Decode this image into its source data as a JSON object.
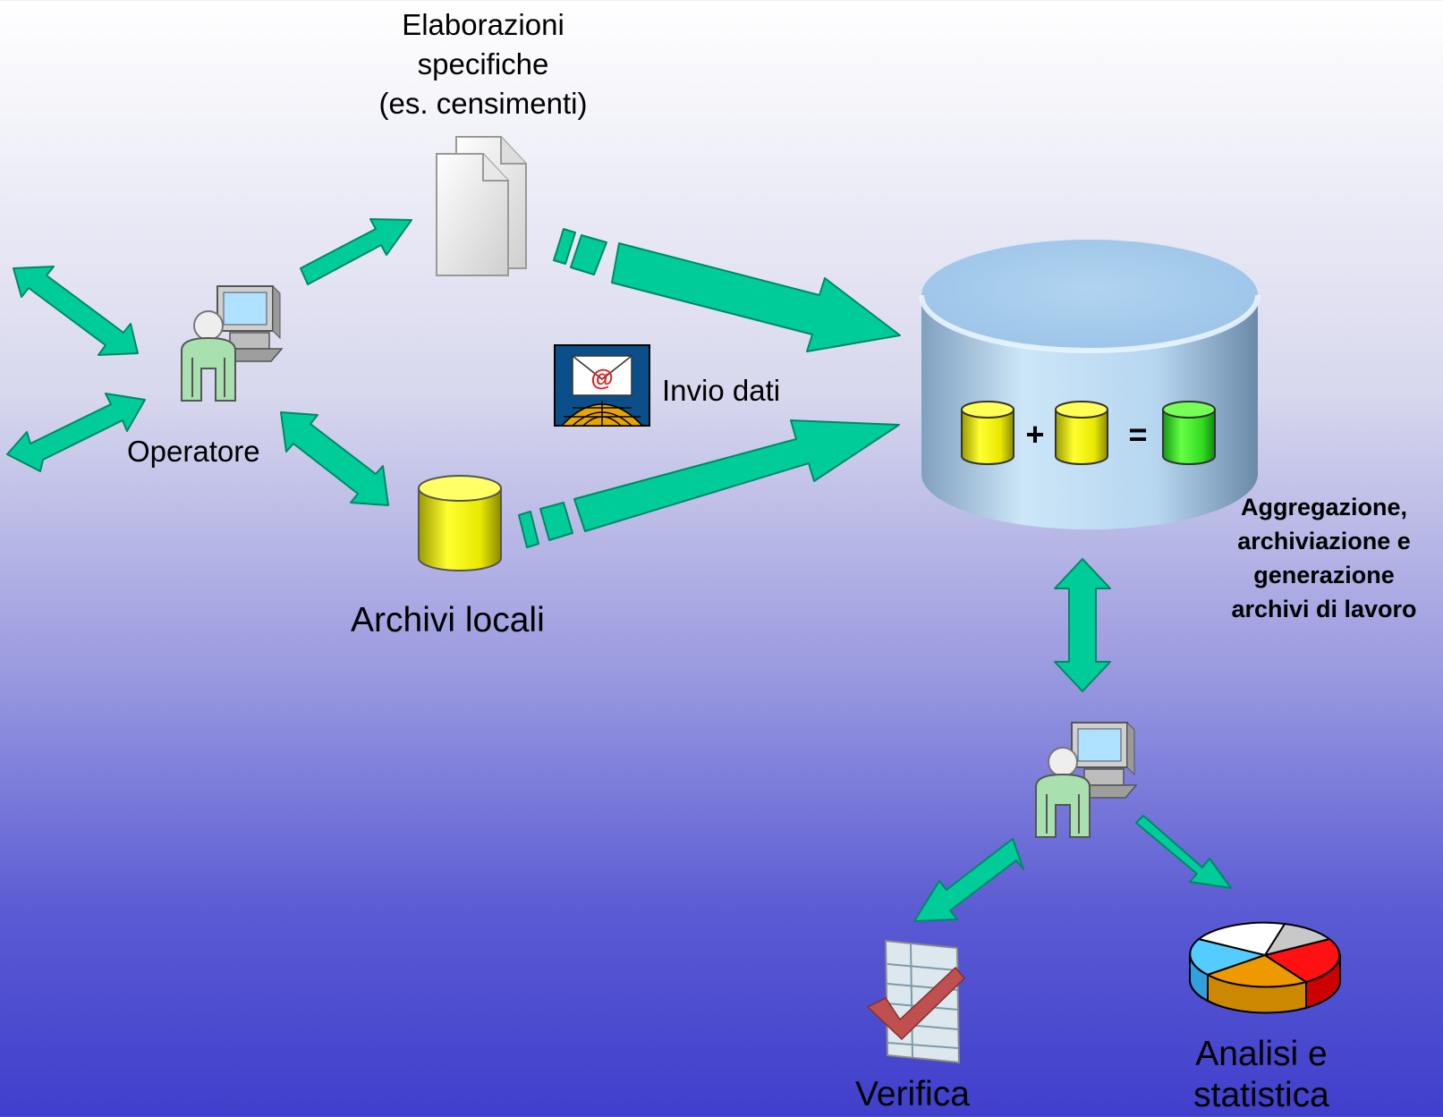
{
  "labels": {
    "elaborazioni_line1": "Elaborazioni",
    "elaborazioni_line2": "specifiche",
    "elaborazioni_line3": "(es. censimenti)",
    "operatore": "Operatore",
    "invio_dati": "Invio dati",
    "archivi_locali": "Archivi locali",
    "aggregazione_line1": "Aggregazione,",
    "aggregazione_line2": "archiviazione e",
    "aggregazione_line3": "generazione",
    "aggregazione_line4": "archivi di lavoro",
    "verifica": "Verifica",
    "analisi_line1": "Analisi e",
    "analisi_line2": "statistica",
    "plus": "+",
    "equals": "="
  },
  "icons": {
    "operator": "operator-computer-icon",
    "documents": "documents-icon",
    "email": "email-globe-icon",
    "database": "database-icon",
    "checklist": "checklist-icon",
    "pie": "pie-chart-icon"
  },
  "colors": {
    "arrow": "#00cc99",
    "arrow_stroke": "#008866",
    "db_yellow": "#f0f000",
    "db_green": "#33dd33",
    "server": "#b8daf2"
  }
}
